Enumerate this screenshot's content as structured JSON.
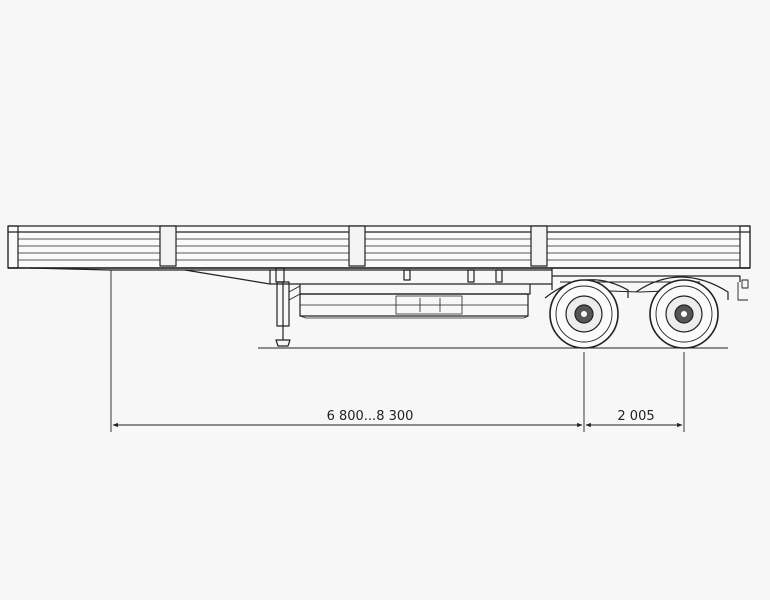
{
  "drawing": {
    "subject": "flatbed semi-trailer side view",
    "line_color": "#222222",
    "background_color": "#f7f7f7"
  },
  "dimensions": {
    "kingpin_to_axle": "6 800...8 300",
    "axle_spacing": "2 005"
  }
}
